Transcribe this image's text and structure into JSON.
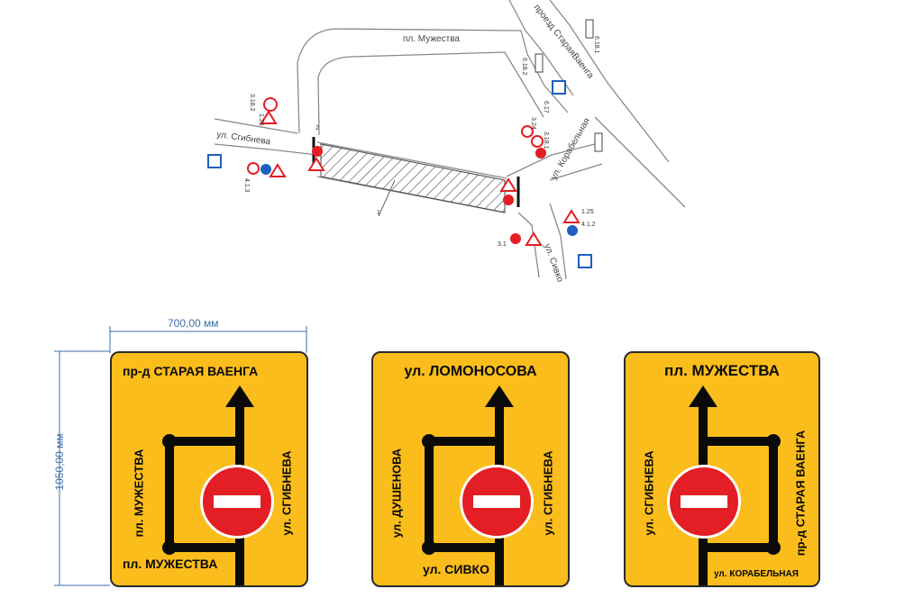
{
  "scheme": {
    "streets": {
      "muzhestva": "пл. Мужества",
      "staraya_vaenga": "проезд СтараяВаенга",
      "sgibneva": "ул. Сгибнева",
      "korabelnaya": "ул. Корабельная",
      "sivko": "ул. Сивко"
    },
    "sign_codes": [
      "3.18.2",
      "1.25",
      "6.18.2",
      "6.17",
      "3.24",
      "3.18.1",
      "6.18.1",
      "4.1.3",
      "4.1.2",
      "3.1",
      "1.25",
      "2",
      "1"
    ],
    "callout": "1"
  },
  "dimensions": {
    "width": "700,00 мм",
    "height": "1050,00 мм"
  },
  "signs": [
    {
      "top": "пр-д СТАРАЯ ВАЕНГА",
      "left": "пл. МУЖЕСТВА",
      "right": "ул. СГИБНЕВА",
      "bottom": "пл. МУЖЕСТВА"
    },
    {
      "top": "ул. ЛОМОНОСОВА",
      "left": "ул. ДУШЕНОВА",
      "right": "ул. СГИБНЕВА",
      "bottom": "ул. СИВКО"
    },
    {
      "top": "пл. МУЖЕСТВА",
      "left": "ул. СГИБНЕВА",
      "right": "пр-д СТАРАЯ ВАЕНГА",
      "bottom": "ул. КОРАБЕЛЬНАЯ"
    }
  ],
  "colors": {
    "sign_bg": "#fbbd1b",
    "no_entry": "#e31e24",
    "road_line": "#7a7a7a"
  }
}
